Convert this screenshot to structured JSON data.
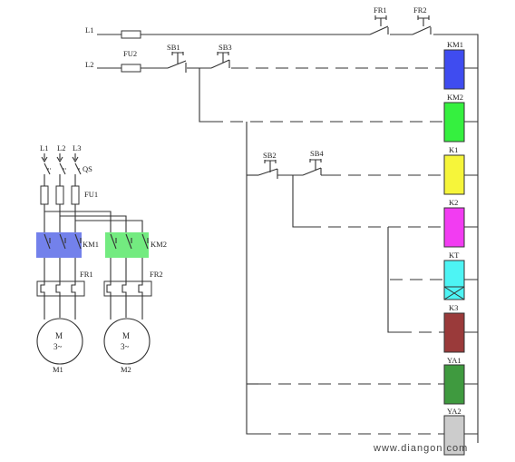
{
  "control": {
    "lines": {
      "l1": "L1",
      "l2": "L2"
    },
    "fuse": "FU2",
    "overloads": [
      "FR1",
      "FR2"
    ],
    "buttons": {
      "sb1": "SB1",
      "sb3": "SB3",
      "sb2": "SB2",
      "sb4": "SB4"
    },
    "coils": [
      {
        "label": "KM1",
        "color": "#3f4cf0"
      },
      {
        "label": "KM2",
        "color": "#35f03f"
      },
      {
        "label": "K1",
        "color": "#f6f53a"
      },
      {
        "label": "K2",
        "color": "#f23cf2"
      },
      {
        "label": "KT",
        "color": "#4df4f4"
      },
      {
        "label": "K3",
        "color": "#9a3a3a"
      },
      {
        "label": "YA1",
        "color": "#3f9a3f"
      },
      {
        "label": "YA2",
        "color": "#cccccc"
      }
    ]
  },
  "power": {
    "lines": [
      "L1",
      "L2",
      "L3"
    ],
    "switch": "QS",
    "fuse": "FU1",
    "contactors": [
      {
        "label": "KM1",
        "color": "#5a6be8"
      },
      {
        "label": "KM2",
        "color": "#5ae86a"
      }
    ],
    "relays": [
      "FR1",
      "FR2"
    ],
    "motors": [
      {
        "symbol": "M",
        "phase": "3~",
        "name": "M1"
      },
      {
        "symbol": "M",
        "phase": "3~",
        "name": "M2"
      }
    ]
  },
  "watermark": "www.diangon.com"
}
